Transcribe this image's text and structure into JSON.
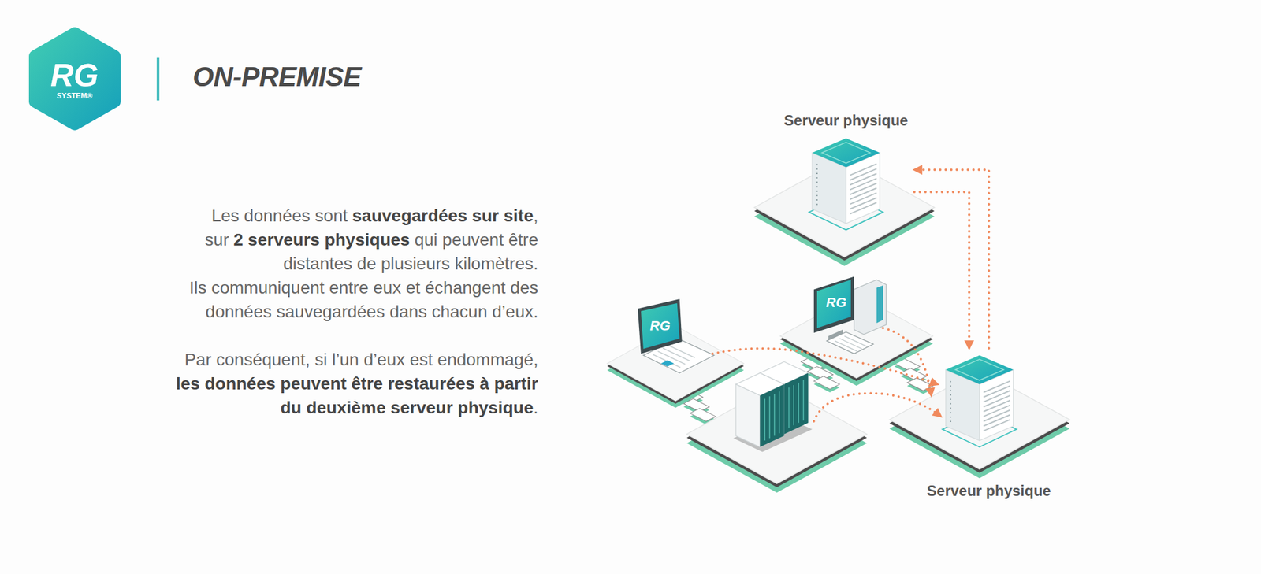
{
  "diagram": {
    "title": "ON-PREMISE",
    "nodes": [
      {
        "text": [
          "Serveur physique"
        ]
      },
      {
        "text": [
          "Serveur physique"
        ]
      }
    ],
    "edges": [
      {
        "from": 1,
        "to": 0,
        "arrow": "to"
      },
      {
        "from": 0,
        "to": 1,
        "arrow": "to"
      }
    ],
    "labels": [
      "RG",
      "SYSTEM®",
      "Les données sont",
      "sauvegardées sur site",
      ",",
      "sur",
      "2 serveurs physiques",
      "qui peuvent être",
      "distantes de plusieurs kilomètres.",
      "Ils communiquent entre eux et échangent des",
      "données sauvegardées dans chacun d’eux.",
      "Par conséquent, si l’un d’eux est endommagé,",
      "les données peuvent être restaurées à partir",
      "du deuxième serveur physique",
      ".",
      "RG",
      "RG"
    ]
  }
}
